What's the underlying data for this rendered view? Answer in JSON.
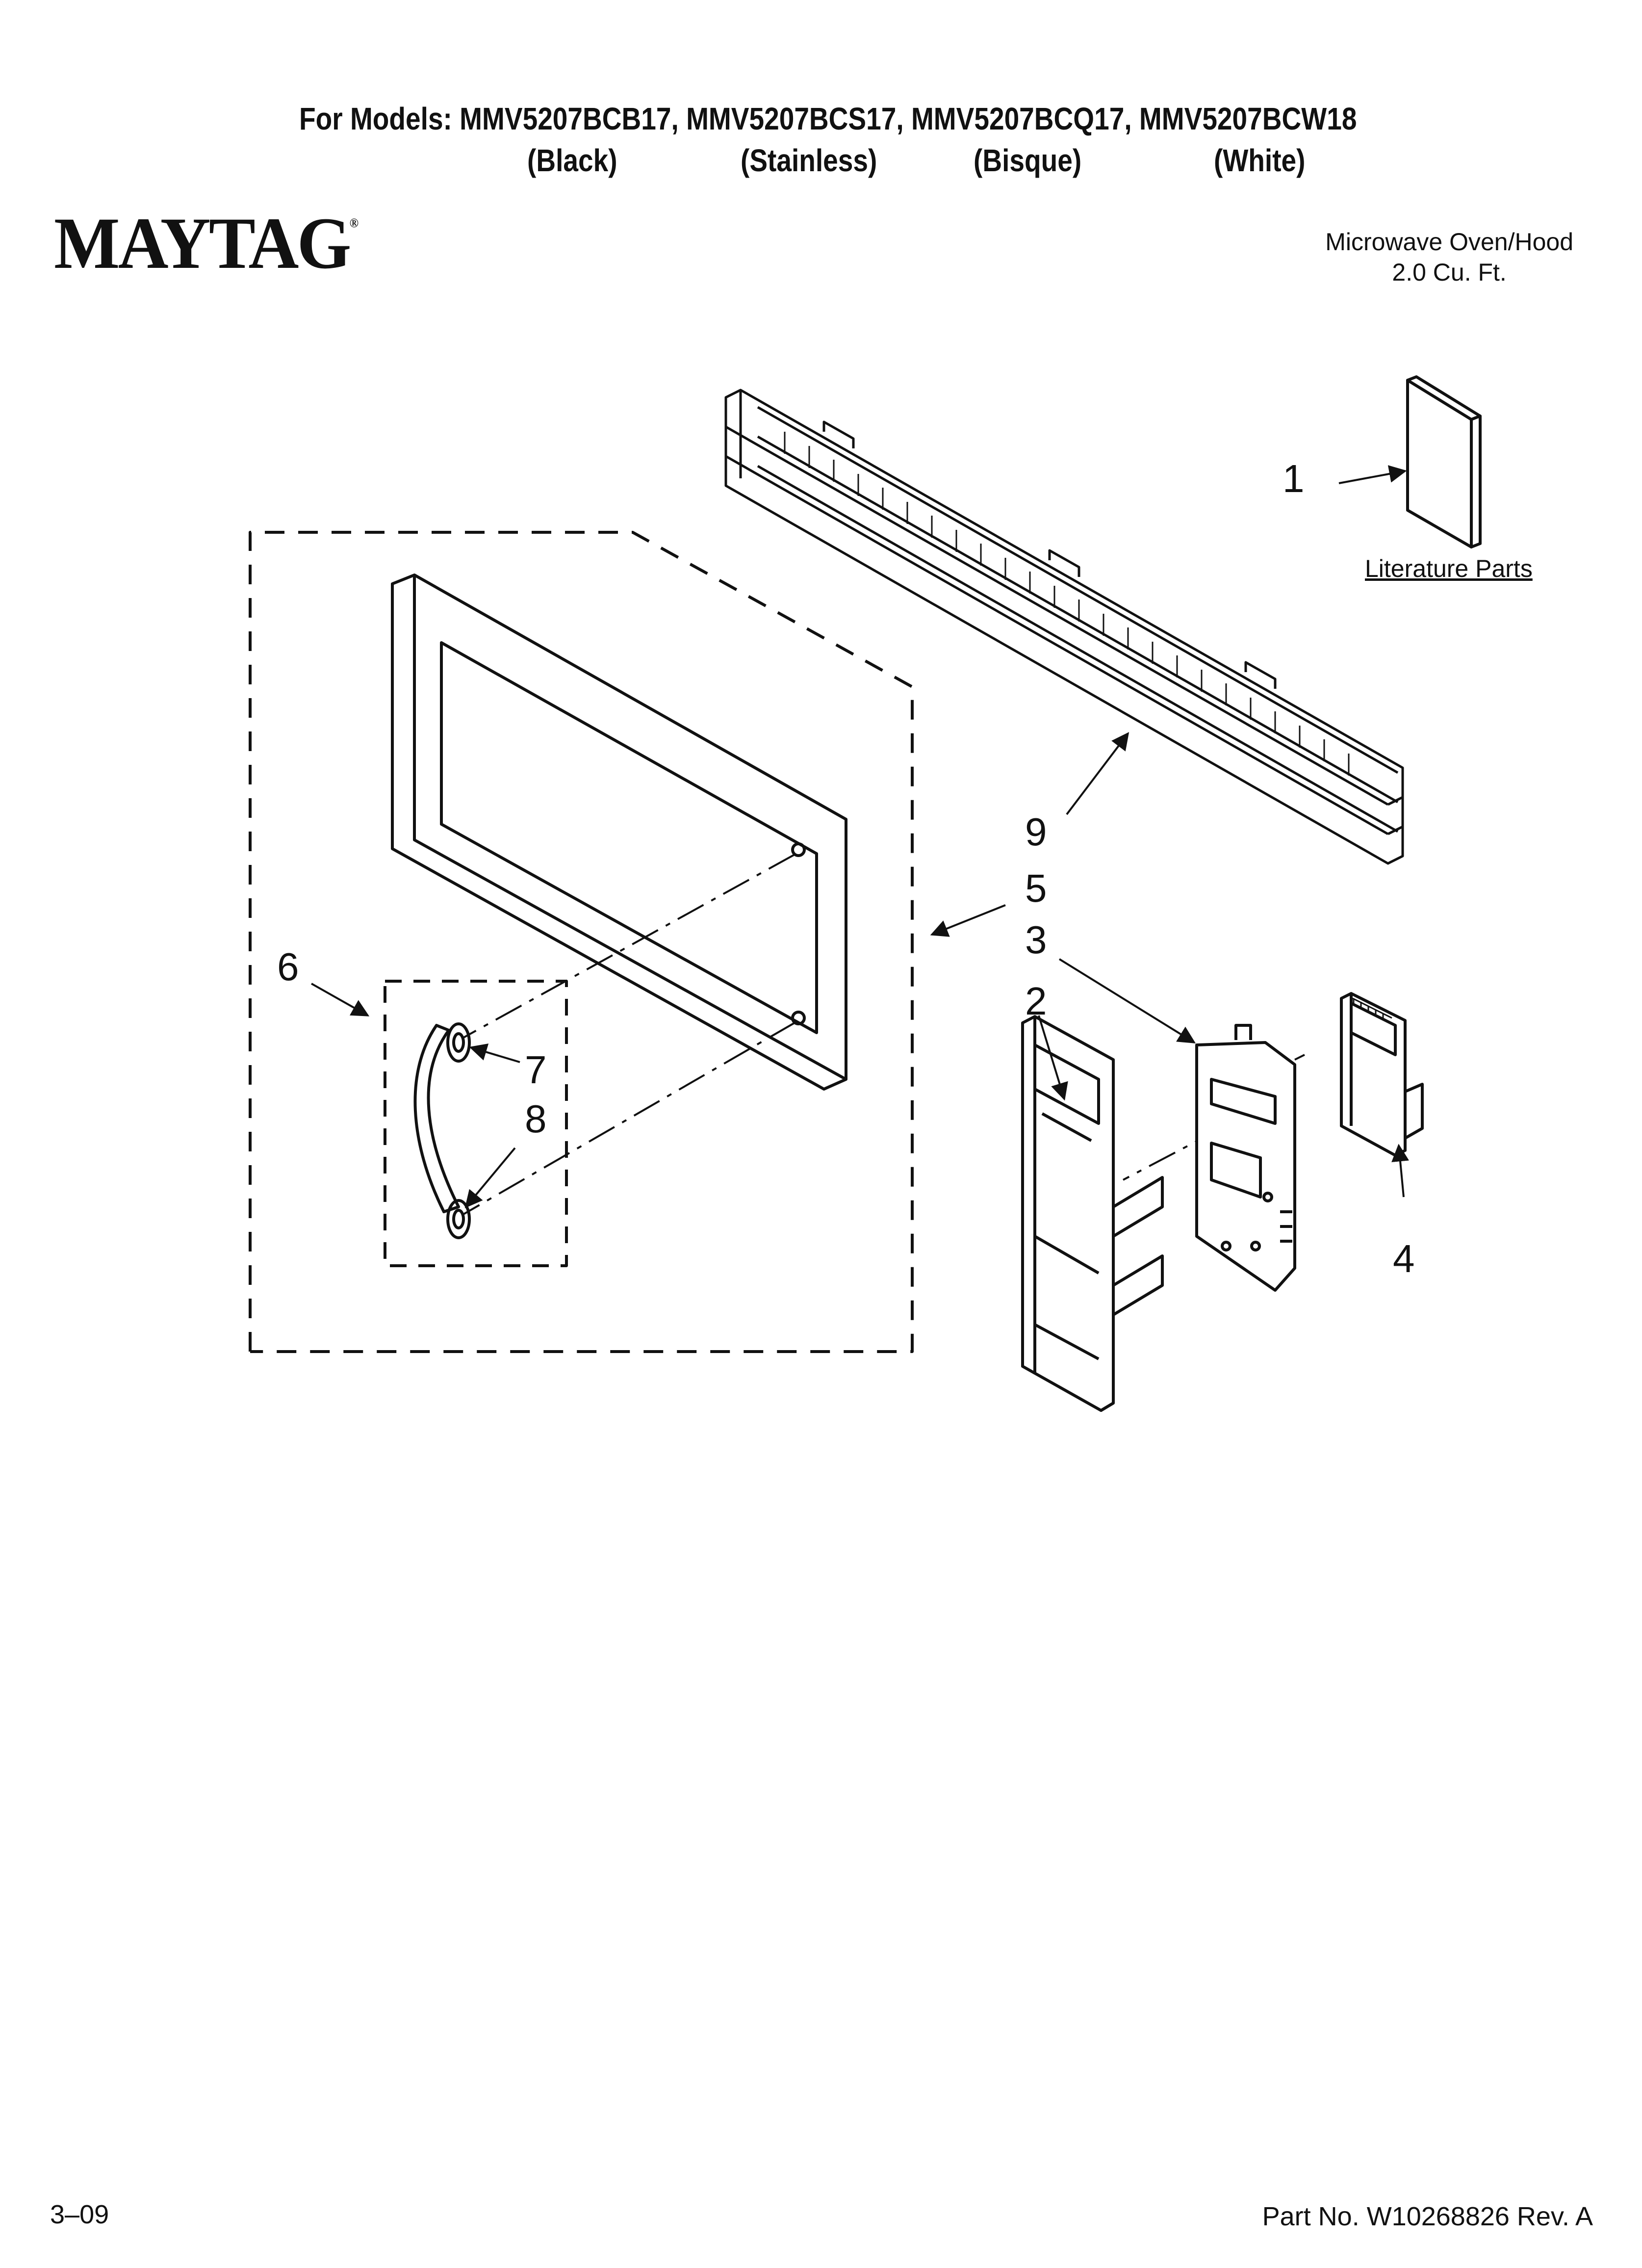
{
  "header": {
    "models_line": "For Models: MMV5207BCB17, MMV5207BCS17, MMV5207BCQ17, MMV5207BCW18",
    "variants": [
      "(Black)",
      "(Stainless)",
      "(Bisque)",
      "(White)"
    ]
  },
  "brand": {
    "logo": "MAYTAG",
    "registered": "®"
  },
  "product": {
    "line1": "Microwave Oven/Hood",
    "line2": "2.0 Cu. Ft."
  },
  "literature_label": "Literature Parts",
  "callouts": [
    "1",
    "2",
    "3",
    "4",
    "5",
    "6",
    "7",
    "8",
    "9"
  ],
  "footer": {
    "date": "3–09",
    "part_no": "Part No. W10268826 Rev. A"
  }
}
